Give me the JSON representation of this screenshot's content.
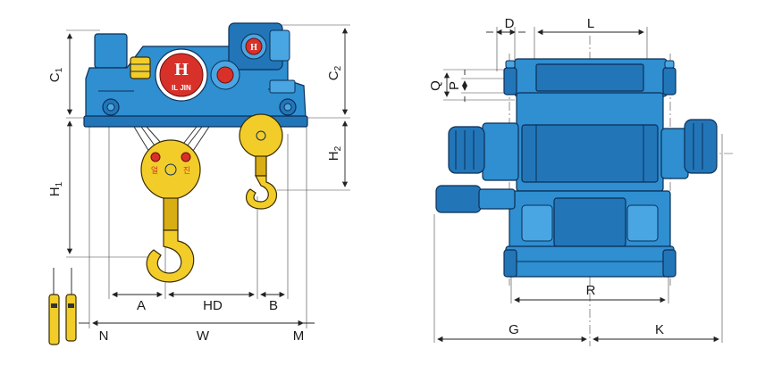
{
  "colors": {
    "body_blue": "#2f8fd0",
    "hook_yellow": "#f2cd2a",
    "logo_red": "#d8312a",
    "outline": "#0b2f57"
  },
  "logo": {
    "letter": "H",
    "text": "IL JIN"
  },
  "drum_marks": {
    "left": "얼",
    "right": "진"
  },
  "dimensions": {
    "C1": {
      "main": "C",
      "sub": "1"
    },
    "C2": {
      "main": "C",
      "sub": "2"
    },
    "H1": {
      "main": "H",
      "sub": "1"
    },
    "H2": {
      "main": "H",
      "sub": "2"
    },
    "A": "A",
    "HD": "HD",
    "B": "B",
    "N": "N",
    "W": "W",
    "M": "M",
    "D": "D",
    "L": "L",
    "Q": "Q",
    "P": "P",
    "R": "R",
    "G": "G",
    "K": "K"
  }
}
